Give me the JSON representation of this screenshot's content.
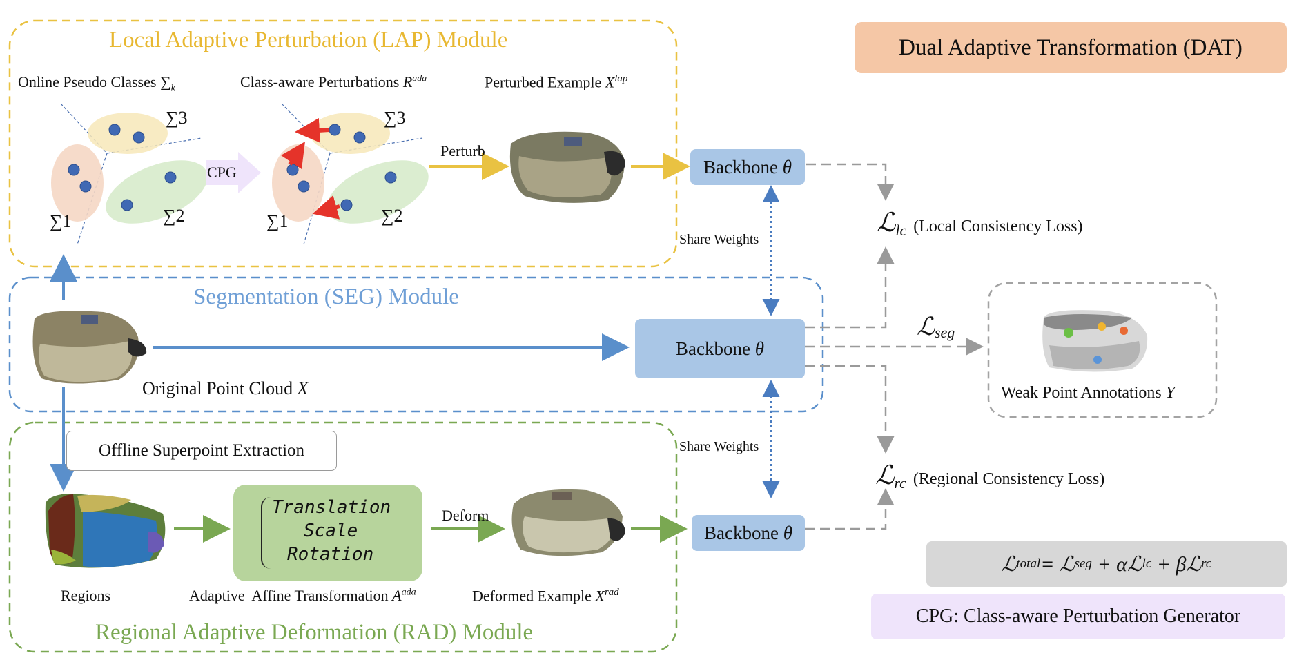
{
  "title": "Dual Adaptive Transformation (DAT)",
  "cpg_legend": "CPG: Class-aware Perturbation Generator",
  "total_loss": {
    "lhs": "ℒ",
    "lhs_sub": "total",
    "rhs": "= ℒ",
    "seg_sub": "seg",
    "plus_a": " + αℒ",
    "lc_sub": "lc",
    "plus_b": " + βℒ",
    "rc_sub": "rc"
  },
  "lap": {
    "module_title": "Local Adaptive Perturbation (LAP) Module",
    "label_pseudo": "Online Pseudo Classes ∑",
    "label_pseudo_sub": "k",
    "label_perturb": "Class-aware Perturbations ",
    "label_perturb_var": "R",
    "label_perturb_sup": "ada",
    "label_example": "Perturbed Example ",
    "label_example_var": "X",
    "label_example_sup": "lap",
    "cpg_label": "CPG",
    "perturb_arrow": "Perturb",
    "sigma1": "∑1",
    "sigma2": "∑2",
    "sigma3": "∑3"
  },
  "seg": {
    "module_title": "Segmentation (SEG) Module",
    "original_label": "Original Point Cloud ",
    "original_var": "X"
  },
  "rad": {
    "module_title": "Regional Adaptive Deformation (RAD) Module",
    "offline_label": "Offline Superpoint Extraction",
    "regions_label": "Regions",
    "transform_items": [
      "Translation",
      "Scale",
      "Rotation"
    ],
    "transform_label": "Adaptive  Affine Transformation ",
    "transform_var": "A",
    "transform_sup": "ada",
    "deform_arrow": "Deform",
    "deformed_label": "Deformed Example ",
    "deformed_var": "X",
    "deformed_sup": "rad"
  },
  "backbone_label": "Backbone ",
  "backbone_var": "θ",
  "share_weights": "Share Weights",
  "losses": {
    "lc_symbol": "ℒ",
    "lc_sub": "lc",
    "lc_text": "(Local Consistency Loss)",
    "rc_symbol": "ℒ",
    "rc_sub": "rc",
    "rc_text": "(Regional Consistency Loss)",
    "seg_symbol": "ℒ",
    "seg_sub": "seg"
  },
  "annotations_label": "Weak Point Annotations ",
  "annotations_var": "Y",
  "colors": {
    "lap": "#e9c242",
    "seg": "#5a8fcb",
    "rad": "#7aa852",
    "backbone": "#a9c6e6",
    "title_bg": "#f5c7a6",
    "total_bg": "#d7d7d7",
    "cpg_bg": "#efe4fb",
    "transform_bg": "#b7d49c",
    "arrow_red": "#e5332a",
    "point_blue": "#4069b4"
  }
}
